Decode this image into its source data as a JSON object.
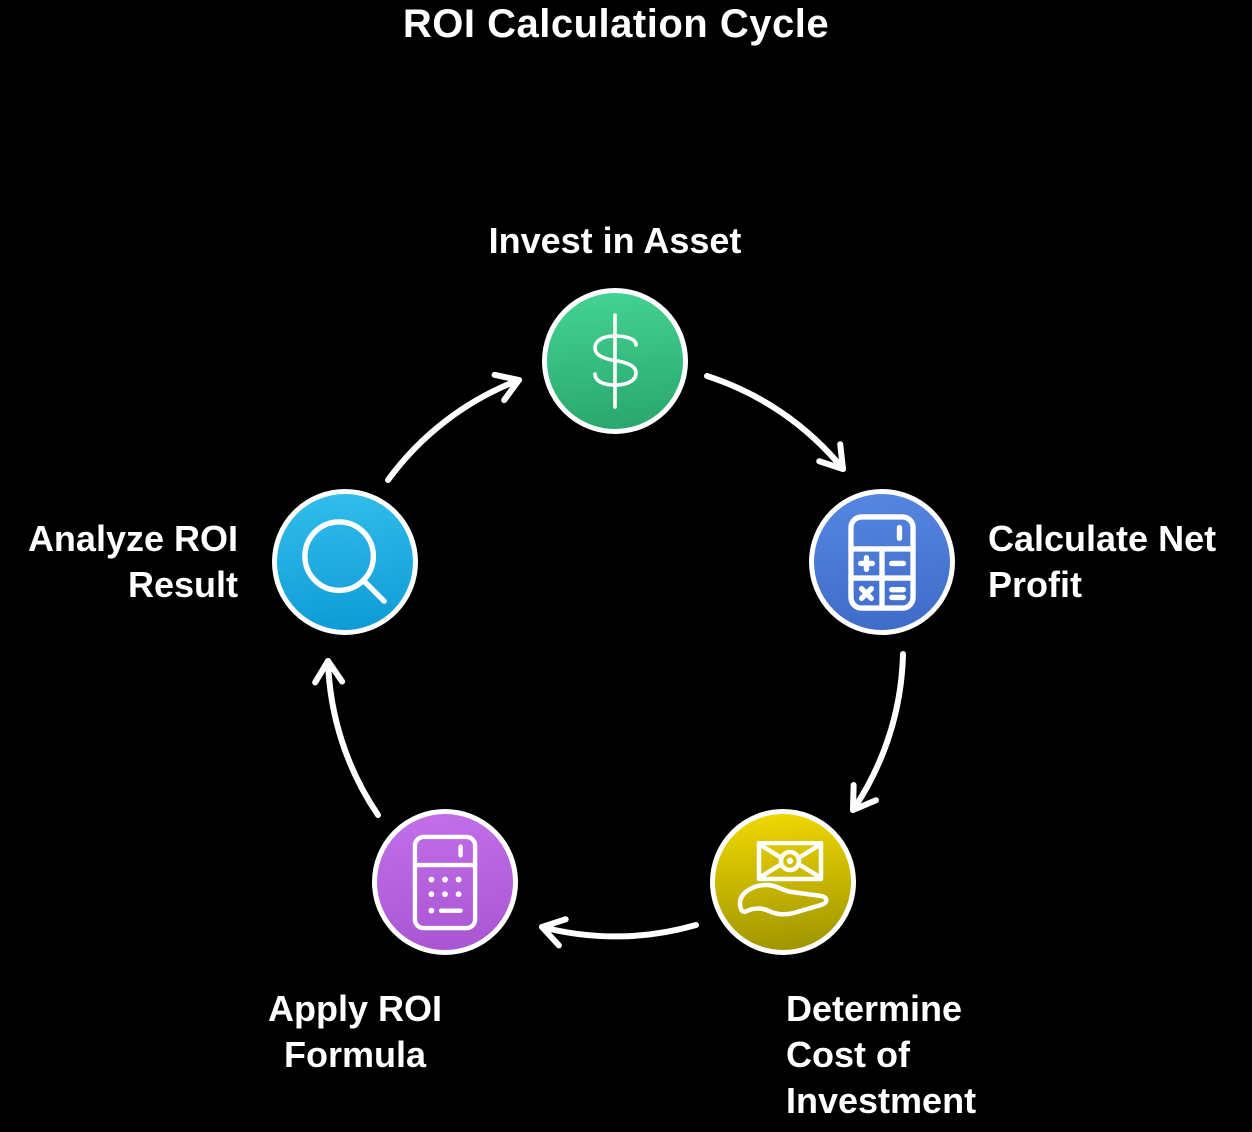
{
  "title": "ROI Calculation Cycle",
  "background_color": "#000000",
  "text_color": "#ffffff",
  "arrow_color": "#ffffff",
  "node_border_color": "#ffffff",
  "steps": [
    {
      "id": "invest-in-asset",
      "label": "Invest in Asset",
      "icon": "dollar-sign-icon",
      "color_top": "#44d492",
      "color_bottom": "#29a56c",
      "position": "top"
    },
    {
      "id": "calculate-net-profit",
      "label": "Calculate Net Profit",
      "icon": "calculator-icon",
      "color_top": "#5687e1",
      "color_bottom": "#3e6bc7",
      "position": "right"
    },
    {
      "id": "determine-cost-of-investment",
      "label": "Determine Cost of Investment",
      "icon": "money-in-hand-icon",
      "color_top": "#f2d903",
      "color_bottom": "#9d9300",
      "position": "bottom-right"
    },
    {
      "id": "apply-roi-formula",
      "label": "Apply ROI Formula",
      "icon": "calculator-dots-icon",
      "color_top": "#c36fe9",
      "color_bottom": "#a855d2",
      "position": "bottom-left"
    },
    {
      "id": "analyze-roi-result",
      "label": "Analyze ROI Result",
      "icon": "magnifier-icon",
      "color_top": "#33bdec",
      "color_bottom": "#0d9bd6",
      "position": "left"
    }
  ],
  "flow": "clockwise"
}
